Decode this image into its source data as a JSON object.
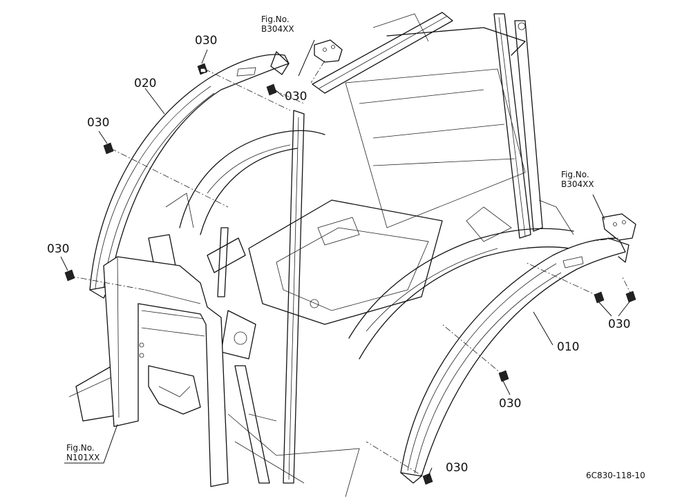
{
  "labels": {
    "p020": "020",
    "p010": "010",
    "p030": "030"
  },
  "figrefs": {
    "b304_top": {
      "line1": "Fig.No.",
      "line2": "B304XX"
    },
    "b304_right": {
      "line1": "Fig.No.",
      "line2": "B304XX"
    },
    "n101": {
      "line1": "Fig.No.",
      "line2": "N101XX"
    }
  },
  "drawing_code": "6C830-118-10",
  "colors": {
    "ink": "#111111",
    "paper": "#ffffff"
  }
}
